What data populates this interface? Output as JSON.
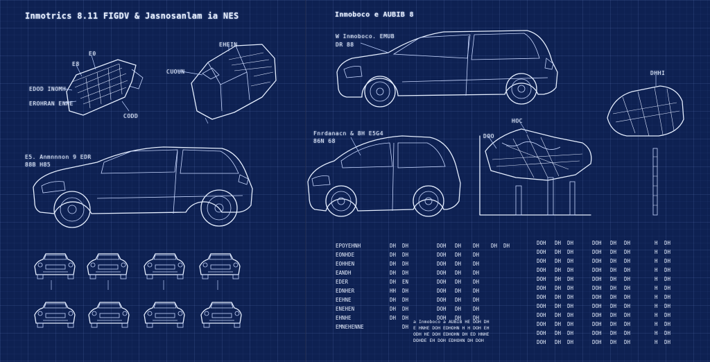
{
  "headings": {
    "left_title": "Inmotrics 8.11 FIGDV & Jasnosanlam ia NES",
    "right_title": "Inmoboco e AUBIB 8"
  },
  "callouts": {
    "top_car_line1": "W Inmoboco. EMUB",
    "top_car_line2": "DR 88",
    "mid_right_line1": "Fnrdanacn & 8H E5G4",
    "mid_right_line2": "86N 68",
    "left_car_line1": "E5. Anmnnnon 9 EDR",
    "left_car_line2": "88B H85",
    "part_a": "E0",
    "part_b": "E8",
    "part_c": "EDOD INOMH",
    "part_d": "EROHRAN ENNE",
    "part_e": "CODD",
    "part_f": "EHEIN",
    "part_g": "CUOUN",
    "engine_a": "DOO",
    "engine_b": "HOC",
    "engine_c": "DHHI"
  },
  "table_left": {
    "names": [
      "EPOYEHNH",
      "EONHDE",
      "EOHHEN",
      "EANDH",
      "EDER",
      "EDNHER",
      "EEHNE",
      "ENEHEN",
      "EHNHE",
      "EMNEHENNE"
    ],
    "col_a": [
      "DH",
      "DH",
      "DH",
      "DH",
      "DH",
      "HH",
      "DH",
      "DH",
      "DH",
      ""
    ],
    "col_b": [
      "DH",
      "DH",
      "DH",
      "DH",
      "EN",
      "DH",
      "DH",
      "DH",
      "DH",
      "DH"
    ],
    "col_c": [
      "DOH",
      "DOH",
      "DOH",
      "DOH",
      "DOH",
      "DOH",
      "DOH",
      "DOH",
      "DOH",
      ""
    ],
    "col_d": [
      "DH",
      "DH",
      "DH",
      "DH",
      "DH",
      "DH",
      "DH",
      "DH",
      "DH",
      ""
    ],
    "col_e": [
      "DH",
      "DH",
      "DH",
      "DH",
      "DH",
      "DH",
      "DH",
      "DH",
      "DH",
      ""
    ],
    "col_f": [
      "DH",
      "",
      "",
      "",
      "",
      "",
      "",
      "",
      "",
      ""
    ],
    "col_g": [
      "DH",
      "",
      "",
      "",
      "",
      "",
      "",
      "",
      "",
      ""
    ]
  },
  "table_right": {
    "col_a": [
      "DOH",
      "DOH",
      "DOH",
      "DOH",
      "DOH",
      "DOH",
      "DOH",
      "DOH",
      "DOH",
      "DOH",
      "DOH",
      "DOH"
    ],
    "col_b": [
      "DH",
      "DH",
      "DH",
      "DH",
      "DH",
      "DH",
      "DH",
      "DH",
      "DH",
      "DH",
      "DH",
      "DH"
    ],
    "col_c": [
      "DH",
      "DH",
      "DH",
      "DH",
      "DH",
      "DH",
      "DH",
      "DH",
      "DH",
      "DH",
      "DH",
      "DH"
    ],
    "col_d": [
      "DOH",
      "DOH",
      "DOH",
      "DOH",
      "DOH",
      "DOH",
      "DOH",
      "DOH",
      "DOH",
      "DOH",
      "DOH",
      "DOH"
    ],
    "col_e": [
      "DH",
      "DH",
      "DH",
      "DH",
      "DH",
      "DH",
      "DH",
      "DH",
      "DH",
      "DH",
      "DH",
      "DH"
    ],
    "col_f": [
      "DH",
      "DH",
      "DH",
      "DH",
      "DH",
      "DH",
      "DH",
      "DH",
      "DH",
      "DH",
      "DH",
      "DH"
    ],
    "col_g": [
      "H",
      "H",
      "H",
      "H",
      "H",
      "H",
      "H",
      "H",
      "H",
      "H",
      "H",
      "H"
    ],
    "col_h": [
      "DH",
      "DH",
      "DH",
      "DH",
      "DH",
      "DH",
      "DH",
      "DH",
      "DH",
      "DH",
      "DH",
      "DH"
    ]
  },
  "notes": [
    "a Inmoboco a AUBIB HE DOH DH",
    "E HNHE DOH EDHOHN H H DOH EH",
    "ODH HE DOH EDHOHN DH ED HNHE",
    "DOHDE EH DOH EDHOHN DH DOH"
  ],
  "colors": {
    "background": "#0e2152",
    "line": "#e6efff"
  }
}
